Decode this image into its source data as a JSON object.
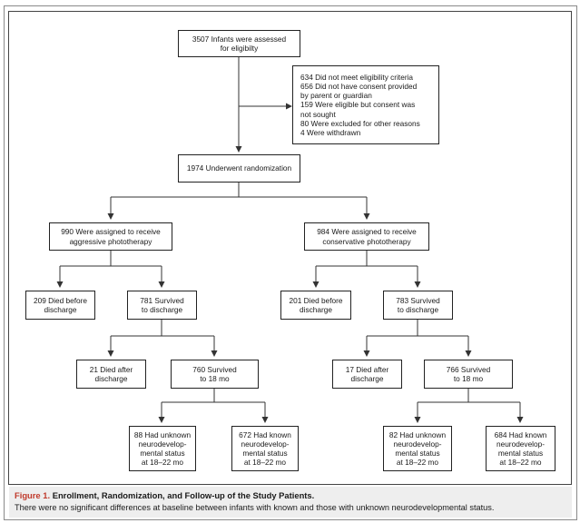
{
  "flowchart": {
    "assessed": "3507 Infants were assessed\nfor eligibilty",
    "exclusions": [
      "634 Did not meet eligibility criteria",
      "656 Did not have consent provided\n       by parent or guardian",
      "159 Were eligible but consent was\n       not sought",
      "  80 Were excluded for other reasons",
      "    4 Were withdrawn"
    ],
    "randomized": "1974 Underwent randomization",
    "left": {
      "assigned": "990 Were assigned to receive\naggressive phototherapy",
      "died_before": "209 Died before\ndischarge",
      "survived_discharge": "781 Survived\nto discharge",
      "died_after": "21 Died after\ndischarge",
      "survived_18": "760 Survived\nto 18 mo",
      "unknown": "88 Had unknown\nneurodevelop-\nmental status\nat 18–22 mo",
      "known": "672 Had known\nneurodevelop-\nmental status\nat 18–22 mo"
    },
    "right": {
      "assigned": "984 Were assigned to receive\nconservative phototherapy",
      "died_before": "201 Died before\ndischarge",
      "survived_discharge": "783 Survived\nto discharge",
      "died_after": "17 Died after\ndischarge",
      "survived_18": "766 Survived\nto 18 mo",
      "unknown": "82 Had unknown\nneurodevelop-\nmental status\nat 18–22 mo",
      "known": "684 Had known\nneurodevelop-\nmental status\nat 18–22 mo"
    }
  },
  "caption": {
    "figure_label": "Figure 1.",
    "title": "Enrollment, Randomization, and Follow-up of the Study Patients.",
    "text": "There were no significant differences at baseline between infants with known and those with unknown neurodevelopmental status."
  },
  "colors": {
    "figure_label": "#c0392b",
    "caption_bg": "#eeeeee",
    "line": "#333333"
  }
}
